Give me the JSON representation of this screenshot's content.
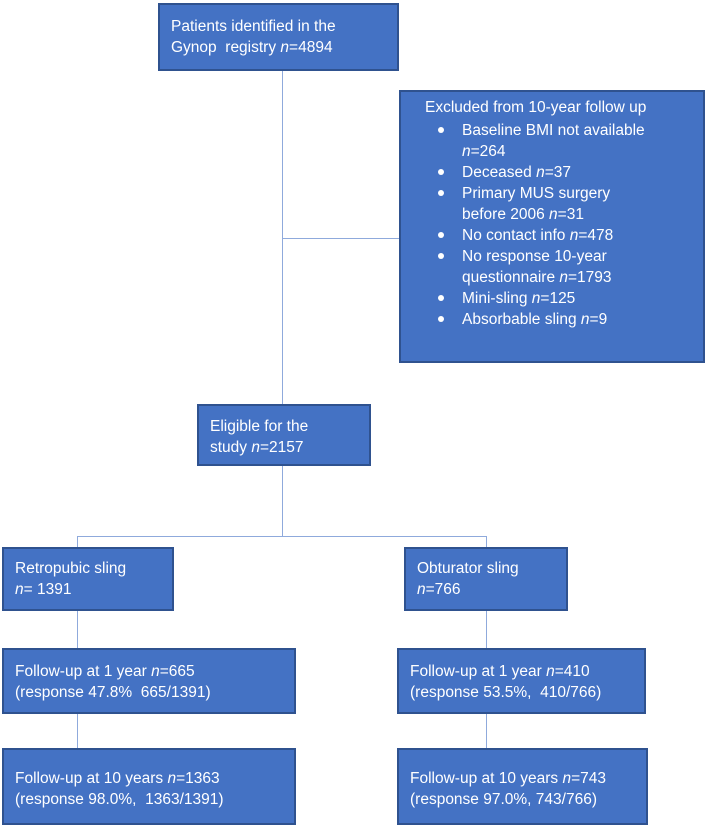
{
  "nodes": {
    "identified": {
      "lines": [
        {
          "text": "Patients identified in the",
          "n": ""
        },
        {
          "text": "Gynop  registry ",
          "n": "=4894"
        }
      ]
    },
    "excluded": {
      "title": "Excluded from 10-year follow up",
      "items": [
        {
          "lines": [
            {
              "text": "Baseline BMI not available",
              "n": ""
            },
            {
              "text": "",
              "n": "=264"
            }
          ]
        },
        {
          "lines": [
            {
              "text": "Deceased ",
              "n": "=37"
            }
          ]
        },
        {
          "lines": [
            {
              "text": "Primary MUS surgery",
              "n": ""
            },
            {
              "text": "before 2006 ",
              "n": "=31"
            }
          ]
        },
        {
          "lines": [
            {
              "text": "No contact info ",
              "n": "=478"
            }
          ]
        },
        {
          "lines": [
            {
              "text": "No response 10-year",
              "n": ""
            },
            {
              "text": "questionnaire ",
              "n": "=1793"
            }
          ]
        },
        {
          "lines": [
            {
              "text": "Mini-sling ",
              "n": "=125"
            }
          ]
        },
        {
          "lines": [
            {
              "text": "Absorbable sling ",
              "n": "=9"
            }
          ]
        }
      ]
    },
    "eligible": {
      "lines": [
        {
          "text": "Eligible for the",
          "n": ""
        },
        {
          "text": "study ",
          "n": "=2157"
        }
      ]
    },
    "retropubic": {
      "lines": [
        {
          "text": "Retropubic sling",
          "n": ""
        },
        {
          "text": "",
          "n": "= 1391"
        }
      ]
    },
    "obturator": {
      "lines": [
        {
          "text": "Obturator sling",
          "n": ""
        },
        {
          "text": "",
          "n": "=766"
        }
      ]
    },
    "retro_1y": {
      "lines": [
        {
          "text": "Follow-up at 1 year ",
          "n": "=665"
        },
        {
          "text": "(response 47.8%  665/1391)",
          "n": ""
        }
      ]
    },
    "obt_1y": {
      "lines": [
        {
          "text": "Follow-up at 1 year ",
          "n": "=410"
        },
        {
          "text": "(response 53.5%,  410/766)",
          "n": ""
        }
      ]
    },
    "retro_10y": {
      "lines": [
        {
          "text": "Follow-up at 10 years ",
          "n": "=1363"
        },
        {
          "text": "(response 98.0%,  1363/1391)",
          "n": ""
        }
      ]
    },
    "obt_10y": {
      "lines": [
        {
          "text": "Follow-up at 10 years ",
          "n": "=743"
        },
        {
          "text": "(response 97.0%, 743/766)",
          "n": ""
        }
      ]
    }
  },
  "n_symbol": "n",
  "colors": {
    "box_fill": "#4472C4",
    "box_border": "#2F528F",
    "connector": "#8FAADC",
    "text": "#FFFFFF"
  }
}
